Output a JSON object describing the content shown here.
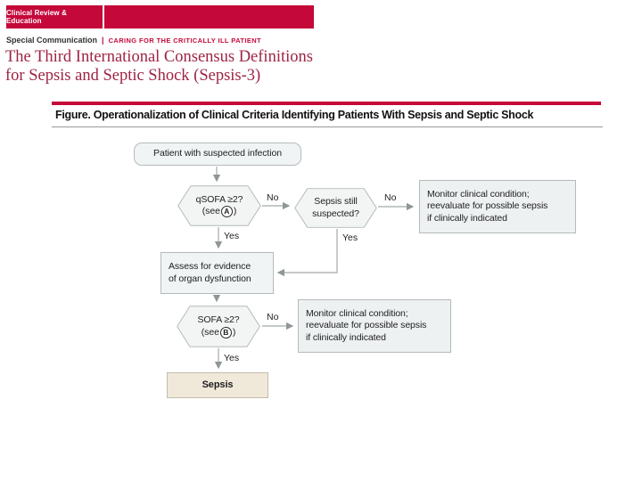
{
  "banner": {
    "label": "Clinical Review & Education"
  },
  "kicker": {
    "section": "Special Communication",
    "sep": "|",
    "theme": "CARING FOR THE CRITICALLY ILL PATIENT"
  },
  "article": {
    "title_line1": "The Third International Consensus Definitions",
    "title_line2": "for Sepsis and Septic Shock (Sepsis-3)"
  },
  "figure": {
    "title": "Figure. Operationalization of Clinical Criteria Identifying Patients With Sepsis and Septic Shock",
    "nodes": {
      "patient": "Patient with suspected infection",
      "qsofa": {
        "question": "qSOFA ≥2?",
        "see_prefix": "(see",
        "ref": "A",
        "see_suffix": ")"
      },
      "sepsis_still": {
        "line1": "Sepsis still",
        "line2": "suspected?"
      },
      "monitor1": {
        "line1": "Monitor clinical condition;",
        "line2": "reevaluate for possible sepsis",
        "line3": "if clinically indicated"
      },
      "assess": {
        "line1": "Assess for evidence",
        "line2": "of organ dysfunction"
      },
      "sofa": {
        "question": "SOFA ≥2?",
        "see_prefix": "(see",
        "ref": "B",
        "see_suffix": ")"
      },
      "monitor2": {
        "line1": "Monitor clinical condition;",
        "line2": "reevaluate for possible sepsis",
        "line3": "if clinically indicated"
      },
      "sepsis_result": "Sepsis"
    },
    "edge_labels": {
      "no_qsofa": "No",
      "yes_qsofa": "Yes",
      "no_sepsis_still": "No",
      "yes_sepsis_still": "Yes",
      "no_sofa": "No",
      "yes_sofa": "Yes"
    },
    "colors": {
      "accent_red": "#c5083a",
      "title_red": "#9d2444",
      "node_fill": "#f1f4f4",
      "node_border": "#b4baba",
      "result_fill": "#f0e9da",
      "result_border": "#c3bcab",
      "arrow_gray": "#9aa0a0"
    }
  }
}
